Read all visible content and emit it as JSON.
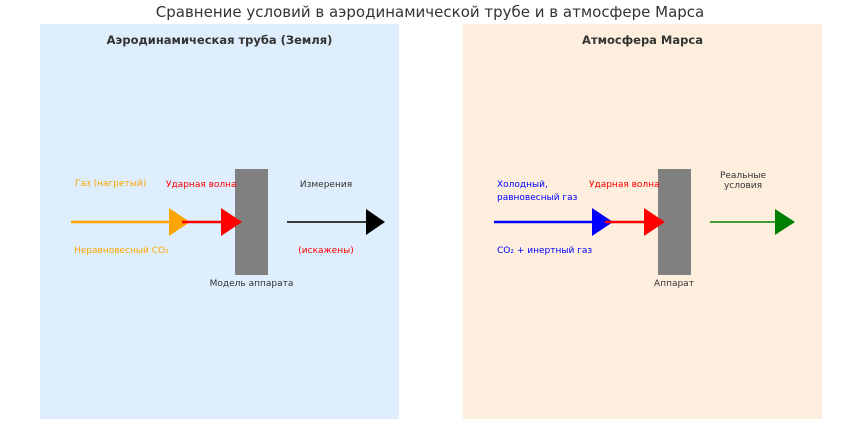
{
  "title": "Сравнение условий в аэродинамической трубе и в атмосфере Марса",
  "colors": {
    "left_panel_bg": "#deeefc",
    "right_panel_bg": "#fdeedd",
    "gas_left": "#ffa500",
    "shock": "#ff0000",
    "measure": "#000000",
    "gas_right": "#0000ff",
    "real": "#008000",
    "model": "#808080"
  },
  "left": {
    "title": "Аэродинамическая труба (Земля)",
    "gas_label": "Газ (нагретый)",
    "gas_sub": "Неравновесный CO₂",
    "shock_label": "Ударная волна",
    "measure_label": "Измерения",
    "measure_sub": "(искажены)",
    "model_label": "Модель аппарата"
  },
  "right": {
    "title": "Атмосфера Марса",
    "gas_label_1": "Холодный,",
    "gas_label_2": "равновесный газ",
    "gas_sub": "CO₂ + инертный газ",
    "shock_label": "Ударная волна",
    "real_label_1": "Реальные",
    "real_label_2": "условия",
    "model_label": "Аппарат"
  }
}
